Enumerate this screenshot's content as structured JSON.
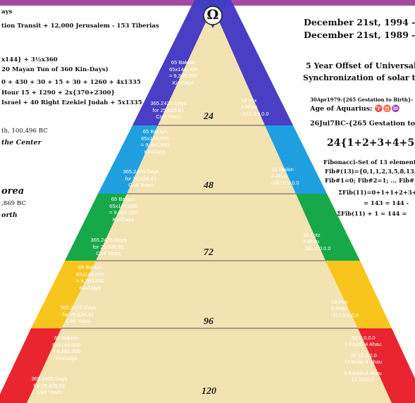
{
  "colors": {
    "top_band": "#a54aa2",
    "apex": "#3d3fc0",
    "violet_band": "#4a3fc4",
    "blue_band": "#1f9fe0",
    "green_band": "#17a84a",
    "yellow_band": "#f7c51d",
    "red_band": "#e82531",
    "beige": "#f3e3b3"
  },
  "apex_symbol": "Ω",
  "left_text": [
    "ays",
    "tion Transit + 12,000 Jerusalem - 153 Tiberias",
    "x144} + 3½x360",
    "20 Mayan Tun of 360 Kin-Days)",
    "0 + 430 + 30 + 15 + 30 + 1260 + 4x1335",
    "Hour 15 + 1290 + 2x{370+2300}",
    "Israel + 40 Right Ezekiel Judah + 5x1335",
    "th, 100,496 BC",
    "the Center",
    "orea",
    ",869 BC",
    "orth"
  ],
  "right_text": {
    "date1": "December 21st, 1994 ---",
    "date2": "December 21st, 1989 ---",
    "offset1": "5 Year Offset  of Universal",
    "offset2": "Synchronization of solar tra",
    "gest1": "30Apr1979-{265 Gestation to Birth}-",
    "aquarius": "Age of Aquarius:  ♈♉♒",
    "gest2": "26Jul7BC-{265 Gestation to B",
    "formula": "24{1+2+3+4+5}=",
    "fib1": "Fibonacci-Set of 13 element",
    "fib2": "Fib#(13)={0,1,1,2,3,5,8,13,",
    "fib3": "Fib#1=0; Fib#2=1; ... Fib#",
    "fib4": "ΣFib(11)=0+1+1+2+3+",
    "fib5": "= 143 = 144 -",
    "fib6": "ΣFib(11) + 1 = 144 ="
  },
  "bands": [
    {
      "left_top": [
        "65 Baktun",
        "65x144,000",
        "= 9,360,000",
        "Kin/Days"
      ],
      "left_bottom": [
        "365.2425 Days",
        "for  25,626.81",
        "Civil Years"
      ],
      "number": "24",
      "right": [
        "18 Yax",
        "4 Ahau",
        "-312.0.0.0.0"
      ]
    },
    {
      "left_top": [
        "65 Baktun",
        "65x144,000",
        "= 9,360,000",
        "Kin/Days"
      ],
      "left_bottom": [
        "365.2425 Days",
        "for  25,626.81",
        "Civil Years"
      ],
      "number": "48",
      "right": [
        "18 Yaxkin",
        "4 Ahau",
        "-247.0.0.0.0"
      ]
    },
    {
      "left_top": [
        "65 Baktun",
        "65x144,000",
        "= 9,360,000",
        "Kin/Days"
      ],
      "left_bottom": [
        "365.2425 Days",
        "for  25,626.81",
        "Civil Years"
      ],
      "number": "72",
      "right": [
        "18 Zotz",
        "4 Ahau",
        "-182.0.0.0.0"
      ]
    },
    {
      "left_top": [
        "65 Baktun",
        "65x144,000",
        "= 9,360,000",
        "Kin/Days"
      ],
      "left_bottom": [
        "365.2425 Days",
        "for  25,626.81",
        "Civil Years"
      ],
      "number": "96",
      "right": [
        "18 Pop",
        "4 Ahau",
        "-117.0.0.0.0"
      ]
    },
    {
      "left_top": [
        "65 Baktun",
        "65x144,000",
        "= 9,360,000",
        "Kin/Days"
      ],
      "left_bottom": [
        "365.2425 Days",
        "for  25,626.81",
        "Civil Years"
      ],
      "number": "120",
      "right": [
        "-52.0.0.0.0",
        "3 Kayab 4 Ahau",
        "",
        "-20.10.0.0.0",
        "13 Muan 4 Ahau",
        "",
        "3 Kankin 4 Ahau",
        "13.0.0.0.0"
      ]
    }
  ]
}
